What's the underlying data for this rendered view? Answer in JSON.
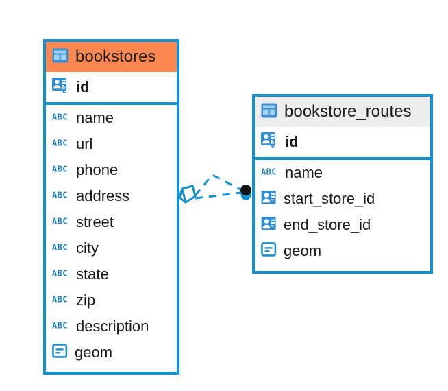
{
  "diagram": {
    "type": "entity-relationship-diagram",
    "background_color": "#ffffff",
    "accent_color": "#1491cf",
    "highlight_color": "#fc8750"
  },
  "entities": [
    {
      "name": "bookstores",
      "header_icon": "table-icon",
      "header_style": "orange",
      "primary_keys": [
        {
          "label": "id",
          "icon": "primary-key-icon",
          "type": "pk"
        }
      ],
      "fields": [
        {
          "label": "name",
          "icon": "text-abc-icon",
          "type": "text"
        },
        {
          "label": "url",
          "icon": "text-abc-icon",
          "type": "text"
        },
        {
          "label": "phone",
          "icon": "text-abc-icon",
          "type": "text"
        },
        {
          "label": "address",
          "icon": "text-abc-icon",
          "type": "text"
        },
        {
          "label": "street",
          "icon": "text-abc-icon",
          "type": "text"
        },
        {
          "label": "city",
          "icon": "text-abc-icon",
          "type": "text"
        },
        {
          "label": "state",
          "icon": "text-abc-icon",
          "type": "text"
        },
        {
          "label": "zip",
          "icon": "text-abc-icon",
          "type": "text"
        },
        {
          "label": "description",
          "icon": "text-abc-icon",
          "type": "text"
        },
        {
          "label": "geom",
          "icon": "geometry-icon",
          "type": "geometry"
        }
      ]
    },
    {
      "name": "bookstore_routes",
      "header_icon": "table-icon",
      "header_style": "grey",
      "primary_keys": [
        {
          "label": "id",
          "icon": "primary-key-icon",
          "type": "pk"
        }
      ],
      "fields": [
        {
          "label": "name",
          "icon": "text-abc-icon",
          "type": "text"
        },
        {
          "label": "start_store_id",
          "icon": "foreign-key-icon",
          "type": "fk"
        },
        {
          "label": "end_store_id",
          "icon": "foreign-key-icon",
          "type": "fk"
        },
        {
          "label": "geom",
          "icon": "geometry-icon",
          "type": "geometry"
        }
      ]
    }
  ],
  "relationship": {
    "style": "dashed",
    "color": "#1491cf",
    "source_entity": "bookstores",
    "target_entity": "bookstore_routes",
    "source_marker": "diamond-outline-marker",
    "target_marker": "filled-circle-marker"
  },
  "icon_labels": {
    "abc": "ABC"
  }
}
